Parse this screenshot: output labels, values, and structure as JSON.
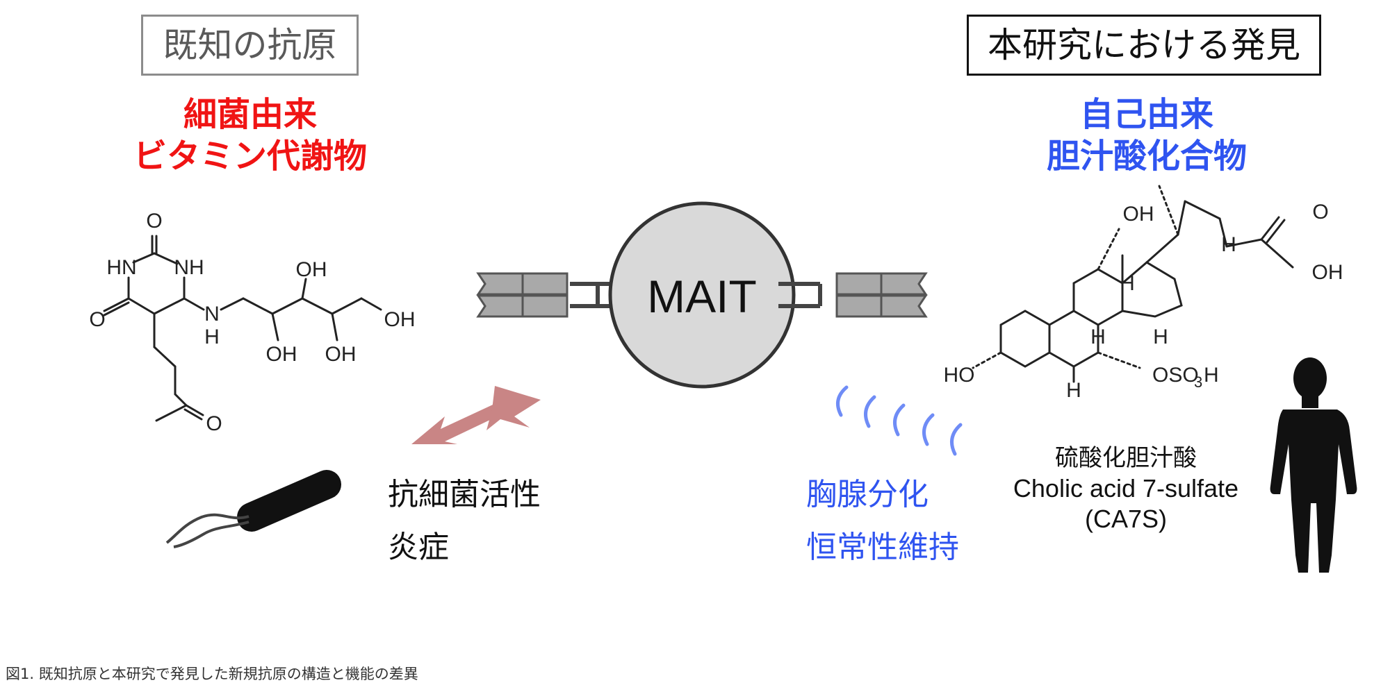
{
  "left_panel": {
    "title": "既知の抗原",
    "origin_lines": [
      "細菌由来",
      "ビタミン代謝物"
    ],
    "effect_lines": [
      "抗細菌活性",
      "炎症"
    ]
  },
  "center": {
    "cell_label": "MAIT"
  },
  "right_panel": {
    "title": "本研究における発見",
    "origin_lines": [
      "自己由来",
      "胆汁酸化合物"
    ],
    "effect_lines": [
      "胸腺分化",
      "恒常性維持"
    ],
    "compound_lines": [
      "硫酸化胆汁酸",
      "Cholic acid 7-sulfate",
      "(CA7S)"
    ]
  },
  "molecule_left": {
    "atoms": [
      "O",
      "HN",
      "NH",
      "O",
      "N",
      "H",
      "OH",
      "OH",
      "OH",
      "OH",
      "O"
    ]
  },
  "molecule_right": {
    "atoms": [
      "OH",
      "H",
      "O",
      "OH",
      "H",
      "H",
      "H",
      "HO",
      "H",
      "OSO",
      "3",
      "H"
    ]
  },
  "caption": "図1. 既知抗原と本研究で発見した新規抗原の構造と機能の差異",
  "colors": {
    "red": "#f01414",
    "blue": "#2f54f0",
    "arrow": "#c98585",
    "cell_fill": "#d9d9d9",
    "receptor_fill": "#a9a9a9"
  }
}
